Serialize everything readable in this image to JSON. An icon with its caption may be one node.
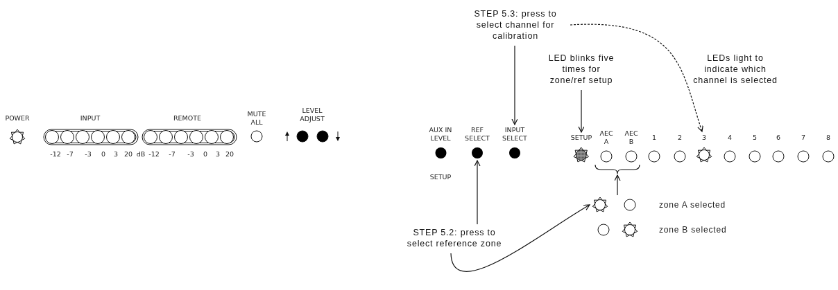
{
  "diagram": {
    "nodes": [
      {
        "text": [
          "STEP 5.3: press to select channel for calibration"
        ]
      },
      {
        "text": [
          "LED blinks five times for zone/ref setup"
        ]
      },
      {
        "text": [
          "LEDs light to indicate which channel is selected"
        ]
      },
      {
        "text": [
          "STEP 5.2: press to select reference zone"
        ]
      },
      {
        "text": [
          "INPUT SELECT"
        ]
      },
      {
        "text": [
          "SETUP"
        ]
      },
      {
        "text": [
          "3"
        ]
      },
      {
        "text": [
          "REF SELECT"
        ]
      },
      {
        "text": [],
        "shape": "star"
      },
      {
        "text": [],
        "shape": "bracket"
      },
      {
        "text": [
          "AUX IN LEVEL"
        ]
      },
      {
        "text": [],
        "shape": "circle"
      },
      {
        "text": [],
        "shape": "circle"
      }
    ],
    "edges": [
      {
        "from": 0,
        "to": 4,
        "arrow": "to"
      },
      {
        "from": 1,
        "to": 5,
        "arrow": "to"
      },
      {
        "from": 0,
        "to": 6,
        "arrow": "to",
        "style": "dashed"
      },
      {
        "from": 3,
        "to": 7,
        "arrow": "to"
      },
      {
        "from": 3,
        "to": 8,
        "arrow": "to"
      },
      {
        "from": null,
        "to": 9,
        "arrow": "to"
      }
    ],
    "labels": [
      "POWER",
      "INPUT",
      "REMOTE",
      "MUTE ALL",
      "LEVEL ADJUST",
      "-12",
      "-7",
      "-3",
      "0",
      "3",
      "20",
      "dB",
      "-12",
      "-7",
      "-3",
      "0",
      "3",
      "20",
      "SETUP",
      "AEC A",
      "AEC B",
      "1",
      "2",
      "4",
      "5",
      "6",
      "7",
      "8",
      "zone A selected",
      "zone B selected"
    ]
  }
}
